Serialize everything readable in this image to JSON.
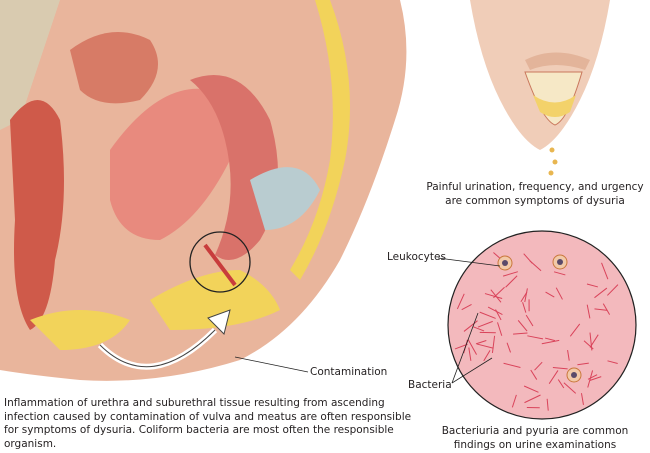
{
  "labels": {
    "leukocytes": "Leukocytes",
    "bacteria": "Bacteria",
    "contamination": "Contamination"
  },
  "captions": {
    "main": "Inflammation of urethra and suburethral tissue resulting from ascending infection caused by contamination of vulva and meatus are often responsible for symptoms of dysuria. Coliform bacteria are most often the responsible organism.",
    "symptoms": [
      "Painful urination, frequency, and urgency",
      "are common symptoms of dysuria"
    ],
    "findings": [
      "Bacteriuria and pyuria are common",
      "findings on urine examinations"
    ]
  },
  "colors": {
    "tissue": "#e8a48c",
    "fat": "#f2d35a",
    "microscope_field": "#f3b9bd",
    "bacteria": "#d9435a"
  }
}
